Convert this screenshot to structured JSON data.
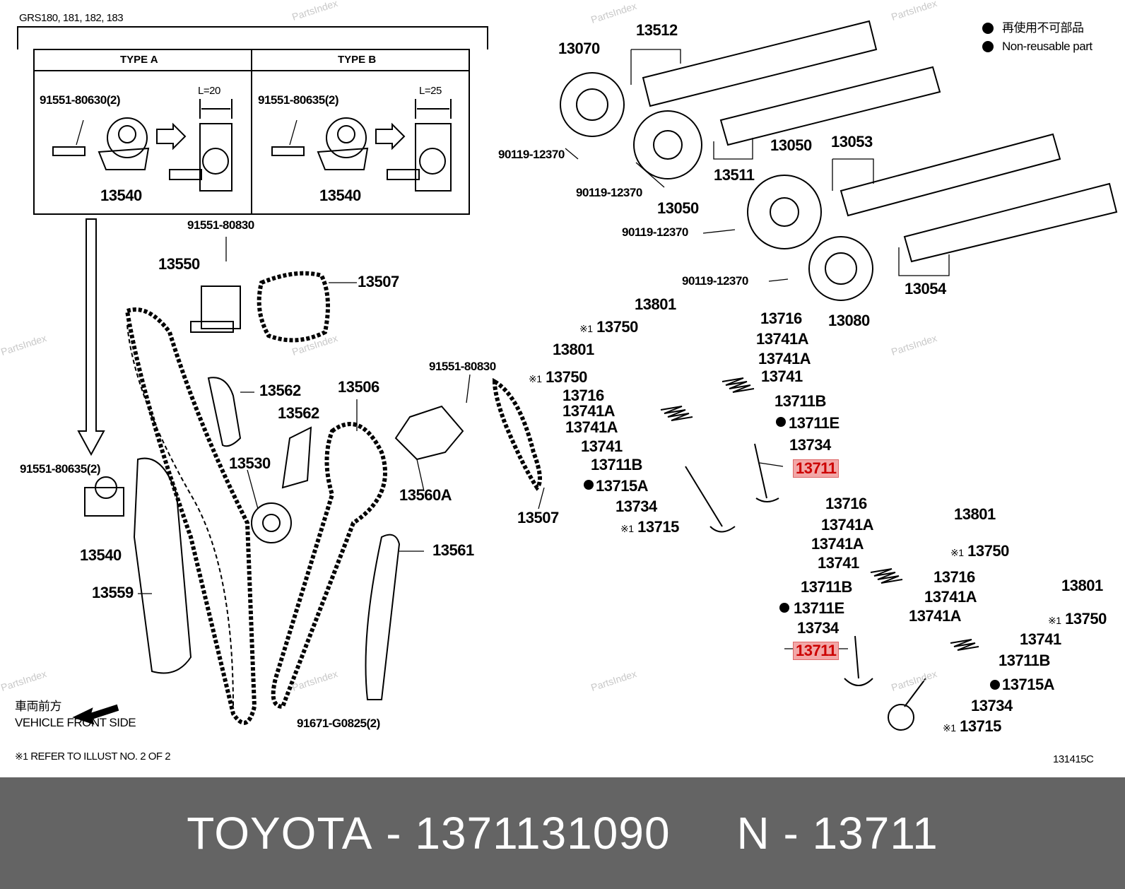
{
  "header": {
    "models": "GRS180, 181, 182, 183",
    "type_a": "TYPE A",
    "type_b": "TYPE B",
    "legend_jp": "再使用不可部品",
    "legend_en": "Non-reusable part",
    "reference": "REFER TO ILLUST NO. 2 OF 2",
    "reference_mark": "※1",
    "front_jp": "車両前方",
    "front_en": "VEHICLE FRONT SIDE",
    "illustration_no": "131415C"
  },
  "type_a_box": {
    "bolt": "91551-80630(2)",
    "length": "L=20",
    "part": "13540"
  },
  "type_b_box": {
    "bolt": "91551-80635(2)",
    "length": "L=25",
    "part": "13540"
  },
  "labels": {
    "p13512": "13512",
    "p13070": "13070",
    "p90119_a": "90119-12370",
    "p90119_b": "90119-12370",
    "p13050_a": "13050",
    "p13511": "13511",
    "p13050_b": "13050",
    "p13053": "13053",
    "p90119_c": "90119-12370",
    "p90119_d": "90119-12370",
    "p13054": "13054",
    "p13080": "13080",
    "p91551_80830_a": "91551-80830",
    "p13550": "13550",
    "p13507_a": "13507",
    "p13562_a": "13562",
    "p13562_b": "13562",
    "p13506": "13506",
    "p13530": "13530",
    "p91551_80830_b": "91551-80830",
    "p13560A": "13560A",
    "p13507_b": "13507",
    "p91551_80635": "91551-80635(2)",
    "p13540": "13540",
    "p13559": "13559",
    "p13561": "13561",
    "p91671": "91671-G0825(2)",
    "p13801_a": "13801",
    "p13750_a": "13750",
    "p13716_a": "13716",
    "p13741A_a": "13741A",
    "p13741A_b": "13741A",
    "p13741_a": "13741",
    "p13711B_a": "13711B",
    "p13711E_a": "13711E",
    "p13734_a": "13734",
    "p13711_a": "13711",
    "p13801_b": "13801",
    "p13750_b": "13750",
    "p13716_b": "13716",
    "p13741A_c": "13741A",
    "p13741A_d": "13741A",
    "p13741_b": "13741",
    "p13711B_b": "13711B",
    "p13715A_a": "13715A",
    "p13734_b": "13734",
    "p13715_a": "13715",
    "p13716_c": "13716",
    "p13801_c": "13801",
    "p13741A_e": "13741A",
    "p13741A_f": "13741A",
    "p13750_c": "13750",
    "p13741_c": "13741",
    "p13711B_c": "13711B",
    "p13711E_b": "13711E",
    "p13734_c": "13734",
    "p13711_b": "13711",
    "p13716_d": "13716",
    "p13801_d": "13801",
    "p13741A_g": "13741A",
    "p13741A_h": "13741A",
    "p13750_d": "13750",
    "p13741_d": "13741",
    "p13711B_d": "13711B",
    "p13715A_b": "13715A",
    "p13734_d": "13734",
    "p13715_b": "13715"
  },
  "watermark": "PartsIndex",
  "footer": {
    "brand": "TOYOTA",
    "part_number": "1371131090",
    "separator": "-",
    "ref_prefix": "N",
    "ref_code": "13711"
  },
  "colors": {
    "highlight": "#f2a7a7",
    "highlight_text": "#cc0000",
    "footer_bg": "#646464"
  }
}
